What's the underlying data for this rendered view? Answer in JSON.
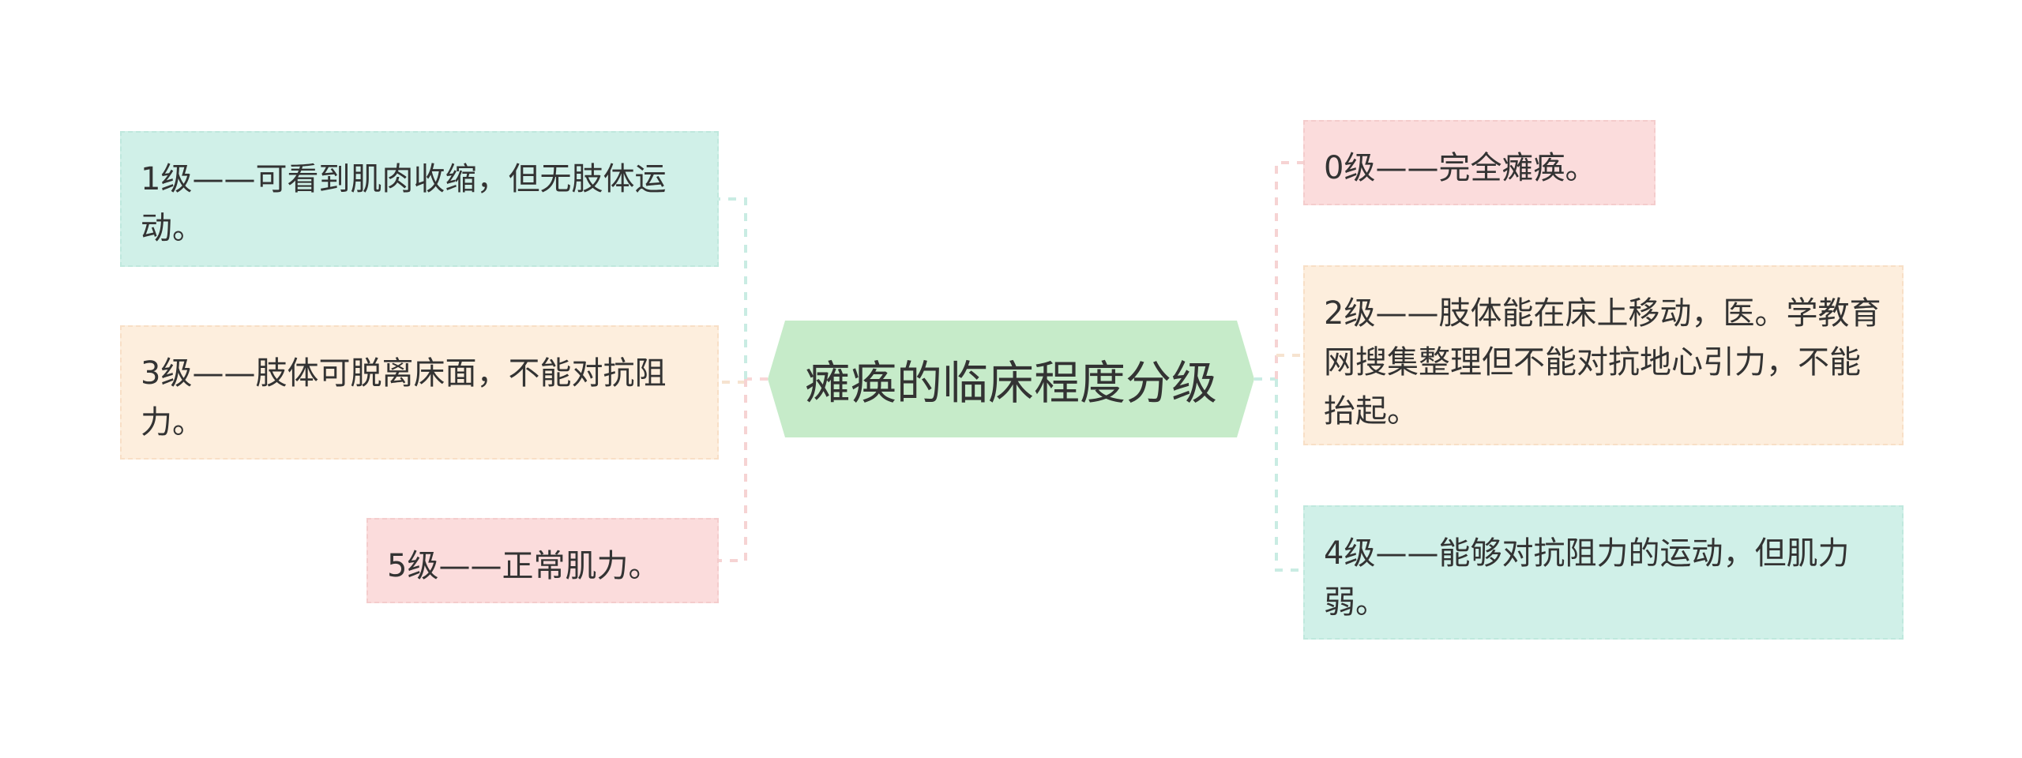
{
  "center": {
    "title": "瘫痪的临床程度分级",
    "color": "#c6ebc9"
  },
  "left_nodes": [
    {
      "text": "1级——可看到肌肉收缩，但无肢体运动。",
      "color": "#d0f0e8"
    },
    {
      "text": "3级——肢体可脱离床面，不能对抗阻力。",
      "color": "#fdeedd"
    },
    {
      "text": "5级——正常肌力。",
      "color": "#fbdcdc"
    }
  ],
  "right_nodes": [
    {
      "text": "0级——完全瘫痪。",
      "color": "#fbdcdc"
    },
    {
      "text": "2级——肢体能在床上移动，医。学教育网搜集整理但不能对抗地心引力，不能抬起。",
      "color": "#fdeedd"
    },
    {
      "text": "4级——能够对抗阻力的运动，但肌力弱。",
      "color": "#d0f0e8"
    }
  ]
}
